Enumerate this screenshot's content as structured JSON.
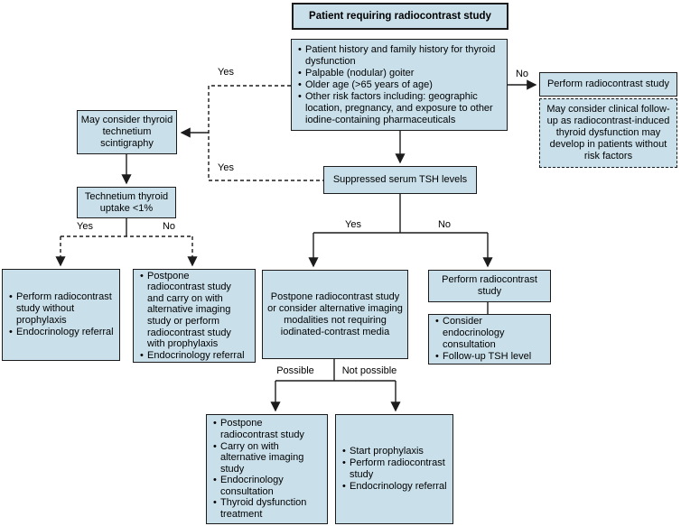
{
  "colors": {
    "box_fill": "#c9e0eb",
    "box_border": "#1c1c1c",
    "text": "#000000",
    "background": "#ffffff"
  },
  "nodes": {
    "start": {
      "label": "Patient requiring radiocontrast study"
    },
    "risk_assessment": {
      "items": [
        "Patient history and family history for thyroid dysfunction",
        "Palpable (nodular) goiter",
        "Older age (>65 years of age)",
        "Other risk factors including: geographic location, pregnancy, and exposure to other iodine-containing pharmaceuticals"
      ]
    },
    "perform_study_no_risk": {
      "label": "Perform radiocontrast study"
    },
    "followup_note": {
      "text": "May consider clinical follow-up as radiocontrast-induced thyroid dysfunction may develop in patients without risk factors"
    },
    "scintigraphy": {
      "text": "May consider thyroid technetium scintigraphy"
    },
    "technetium_uptake": {
      "text": "Technetium thyroid uptake <1%"
    },
    "suppressed_tsh": {
      "text": "Suppressed serum TSH levels"
    },
    "perform_without_prophylaxis": {
      "items": [
        "Perform radiocontrast study without prophylaxis",
        "Endocrinology referral"
      ]
    },
    "postpone_or_prophylaxis": {
      "items": [
        "Postpone radiocontrast study and carry on with alternative imaging study or perform radiocontrast study with prophylaxis",
        "Endocrinology referral"
      ]
    },
    "postpone_alternative_imaging": {
      "text": "Postpone radiocontrast study or consider alternative imaging modalities not requiring iodinated-contrast media"
    },
    "perform_study_tsh_no": {
      "label": "Perform radiocontrast study"
    },
    "endocrinology_followup": {
      "items": [
        "Consider endocrinology consultation",
        "Follow-up TSH level"
      ]
    },
    "postpone_treatment": {
      "items": [
        "Postpone radiocontrast study",
        "Carry on with alternative imaging study",
        "Endocrinology consultation",
        "Thyroid dysfunction treatment"
      ]
    },
    "prophylaxis_then_study": {
      "items": [
        "Start prophylaxis",
        "Perform radiocontrast study",
        "Endocrinology referral"
      ]
    }
  },
  "edge_labels": {
    "risk_yes": "Yes",
    "risk_no": "No",
    "tsh_path_yes": "Yes",
    "uptake_yes": "Yes",
    "uptake_no": "No",
    "tsh_yes": "Yes",
    "tsh_no": "No",
    "possible": "Possible",
    "not_possible": "Not possible"
  }
}
